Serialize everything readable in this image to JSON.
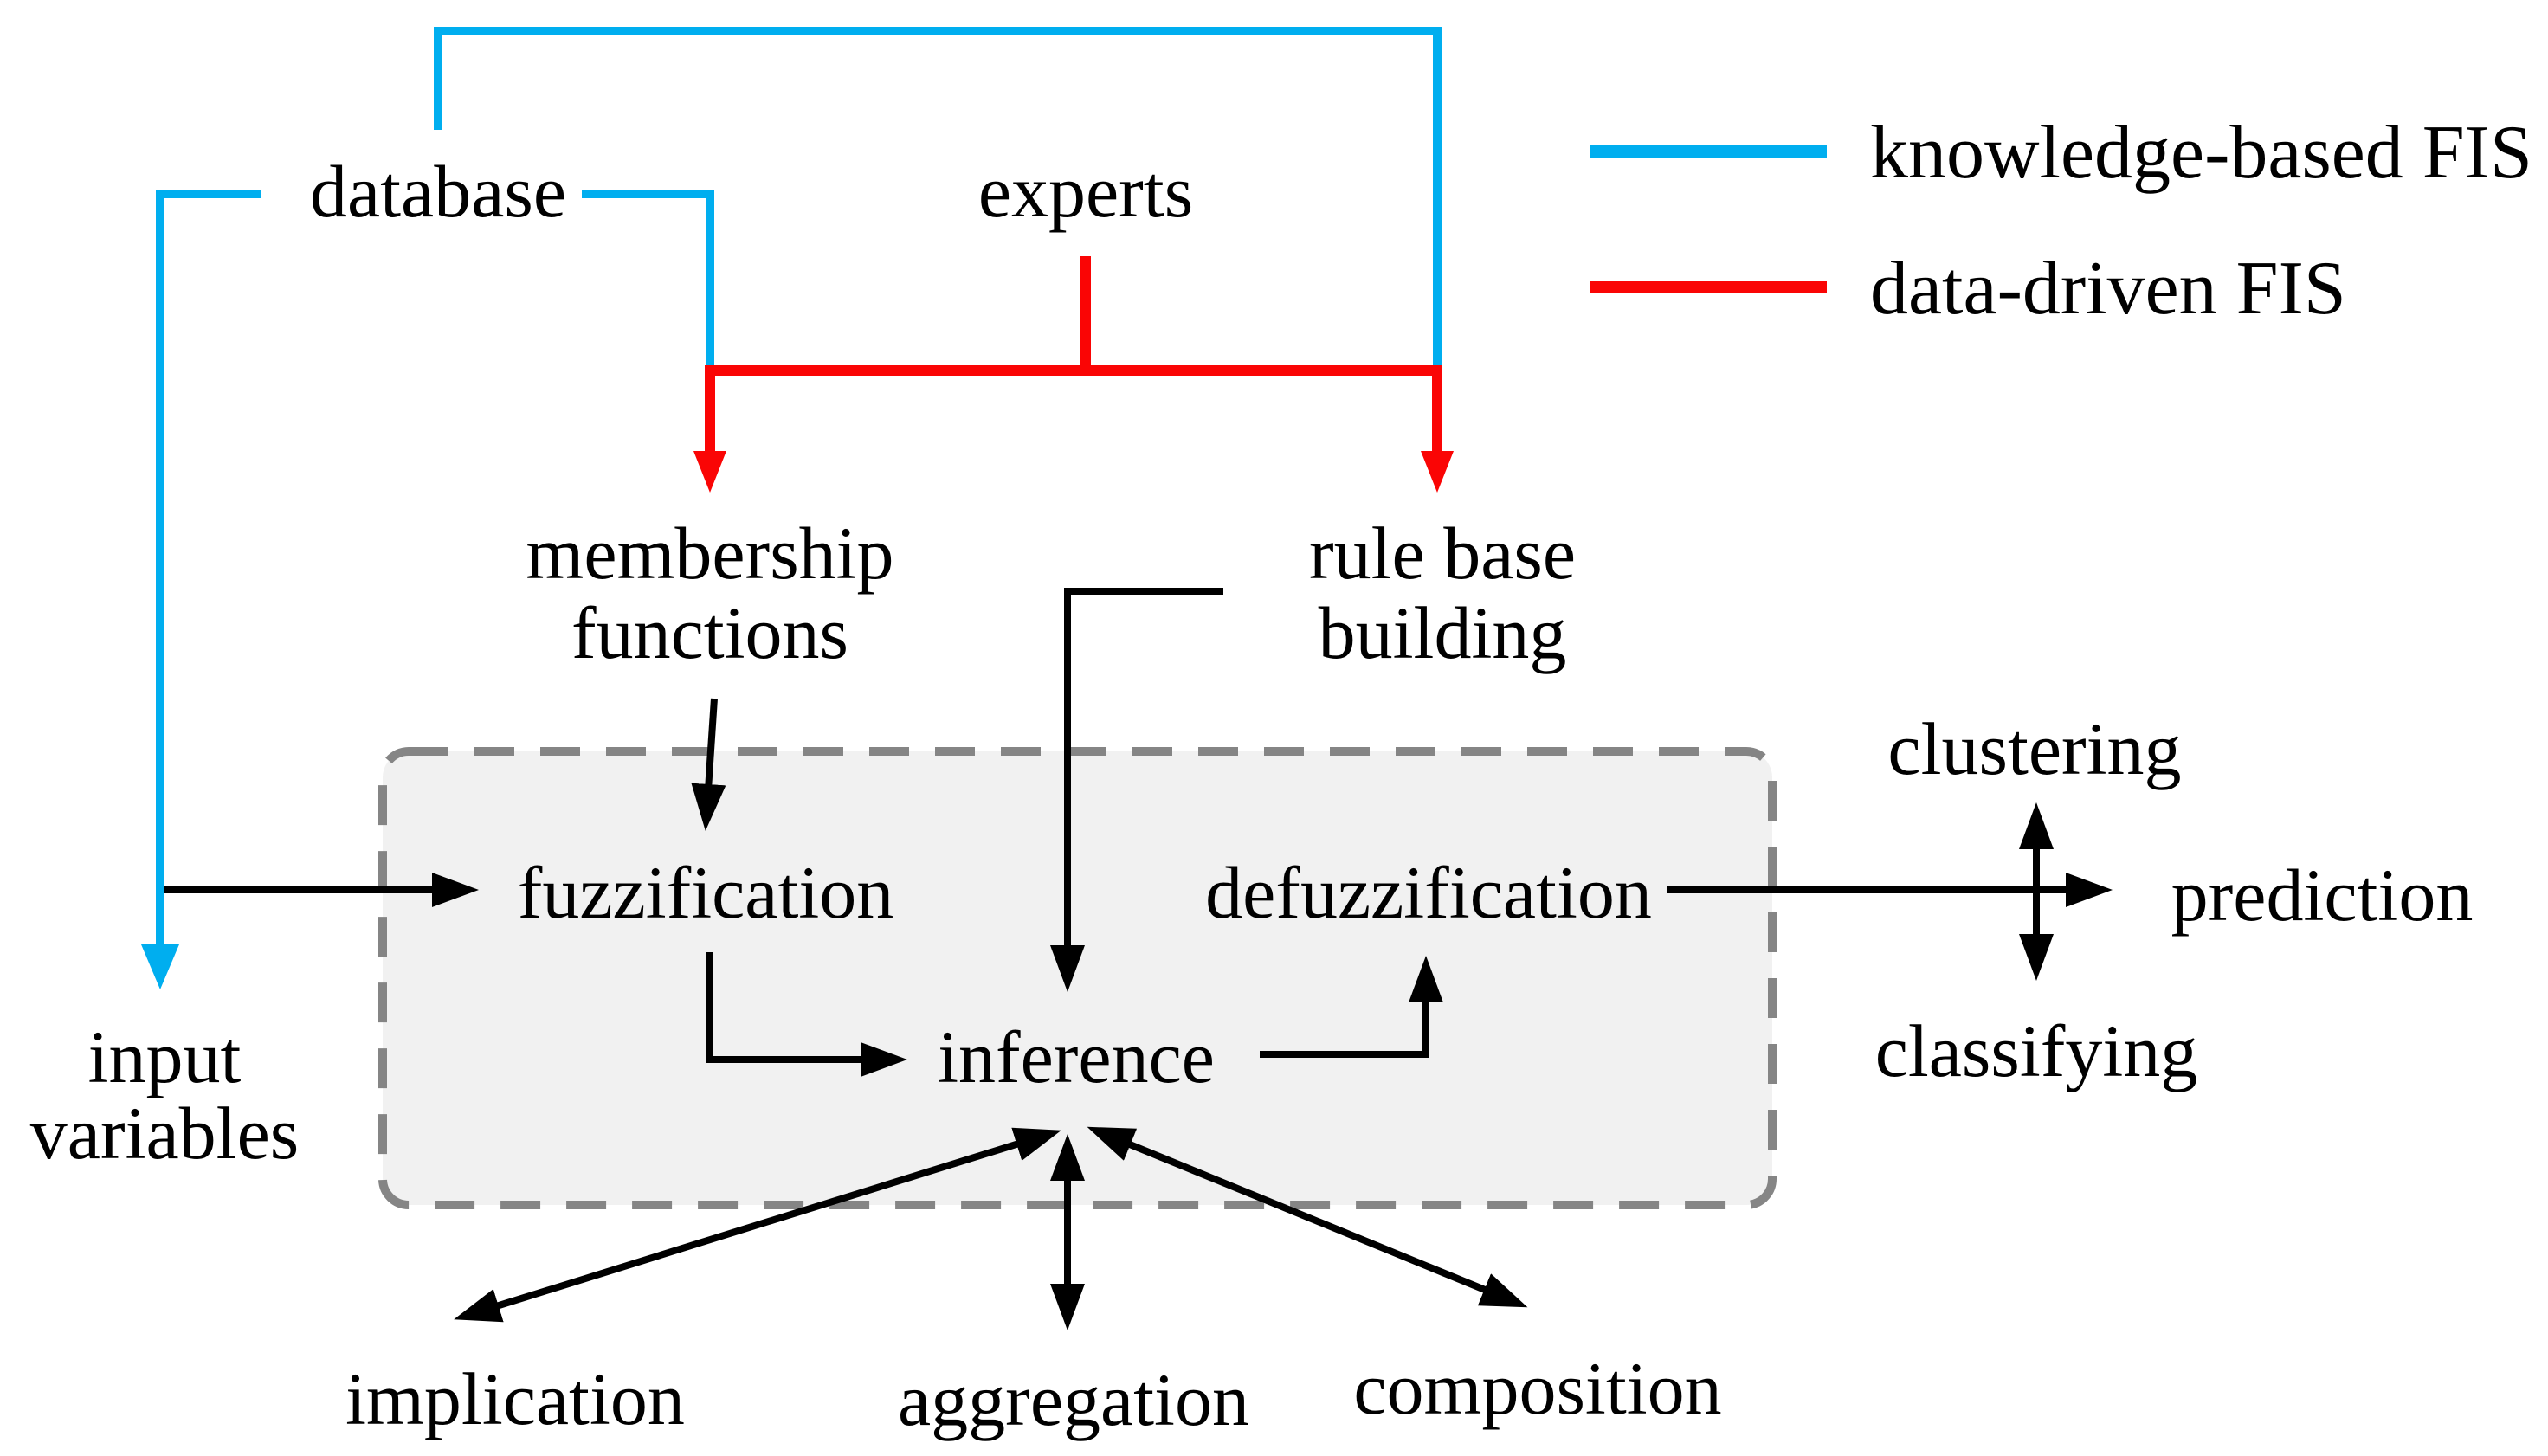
{
  "figure": {
    "legend": {
      "items": [
        {
          "id": "knowledge-based-fis",
          "label": "knowledge-based FIS",
          "color": "#00AEEF"
        },
        {
          "id": "data-driven-fis",
          "label": "data-driven FIS",
          "color": "#FA0505"
        }
      ]
    },
    "nodes": {
      "database": "database",
      "experts": "experts",
      "membership_functions": {
        "line1": "membership",
        "line2": "functions"
      },
      "rule_base_building": {
        "line1": "rule base",
        "line2": "building"
      },
      "fuzzification": "fuzzification",
      "defuzzification": "defuzzification",
      "inference": "inference",
      "input_variables": {
        "line1": "input",
        "line2": "variables"
      },
      "clustering": "clustering",
      "prediction": "prediction",
      "classifying": "classifying",
      "implication": "implication",
      "aggregation": "aggregation",
      "composition": "composition"
    },
    "colors": {
      "knowledge_based": "#00AEEF",
      "data_driven": "#FA0505",
      "arrow": "#000000",
      "fis_box_fill": "#F1F1F1",
      "fis_box_border": "#858585"
    }
  }
}
